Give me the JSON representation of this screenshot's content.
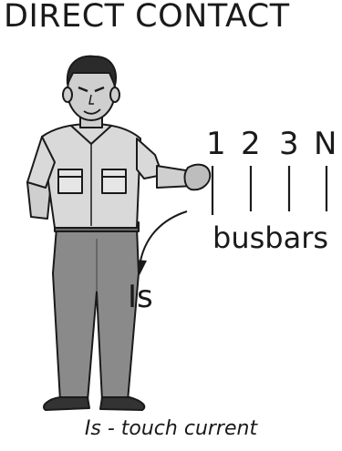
{
  "title": "DIRECT CONTACT",
  "busbars": {
    "labels": [
      "1",
      "2",
      "3",
      "N"
    ],
    "caption": "busbars"
  },
  "current_label": "Is",
  "footer_caption": "Is - touch current",
  "colors": {
    "ink": "#1a1a1a",
    "shirt": "#d9d9d9",
    "trousers": "#8a8a8a",
    "skin": "#cfcfcf",
    "hair": "#2b2b2b"
  }
}
